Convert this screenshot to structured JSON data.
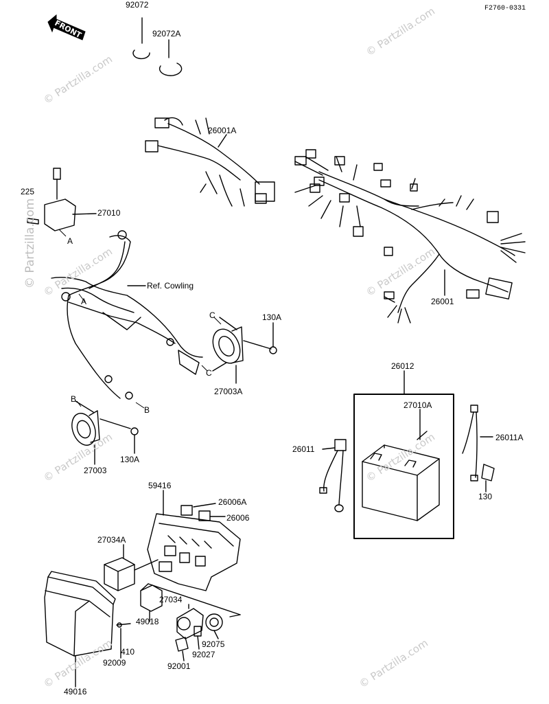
{
  "diagram_code": "F2760-0331",
  "front_label": "FRONT",
  "watermark": "© Partzilla.com",
  "parts": {
    "p92072": "92072",
    "p92072A": "92072A",
    "p26001A": "26001A",
    "p225": "225",
    "p27010": "27010",
    "ref_cowling": "Ref. Cowling",
    "p26001": "26001",
    "p130A_1": "130A",
    "p27003A": "27003A",
    "p26012": "26012",
    "p27010A": "27010A",
    "p26011": "26011",
    "p26011A": "26011A",
    "p130": "130",
    "p130A_2": "130A",
    "p27003": "27003",
    "p59416": "59416",
    "p26006A": "26006A",
    "p26006": "26006",
    "p27034A": "27034A",
    "p27034": "27034",
    "p49018": "49018",
    "p92075": "92075",
    "p410": "410",
    "p92009": "92009",
    "p92027": "92027",
    "p92001": "92001",
    "p49016": "49016"
  },
  "callouts": {
    "a1": "A",
    "a2": "A",
    "b1": "B",
    "b2": "B",
    "c1": "C",
    "c2": "C"
  }
}
